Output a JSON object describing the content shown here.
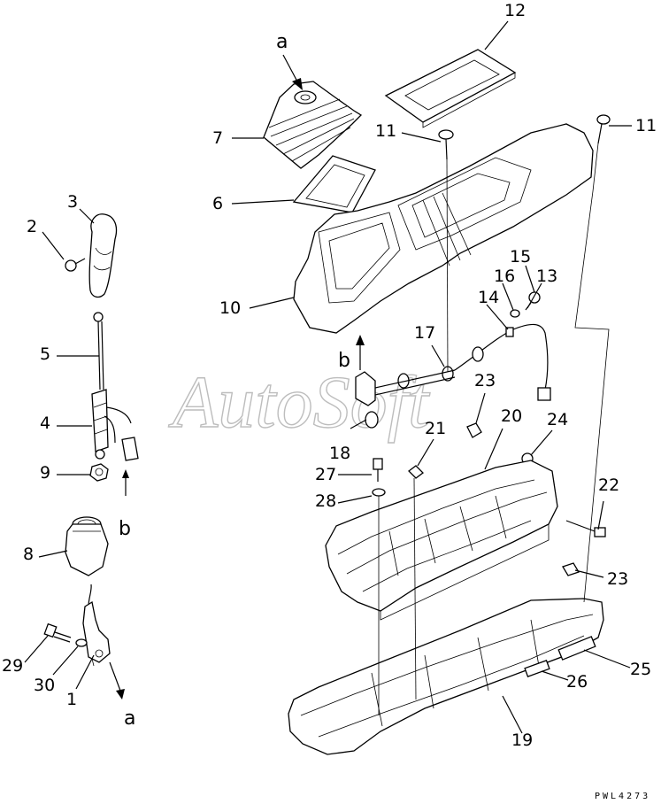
{
  "diagram": {
    "watermark": "AutoSoft",
    "drawing_code": "PWL4273",
    "view_letters": {
      "a_top": "a",
      "a_bottom": "a",
      "b_left": "b",
      "b_right": "b"
    },
    "part_numbers": {
      "p1": "1",
      "p2": "2",
      "p3": "3",
      "p4": "4",
      "p5": "5",
      "p6": "6",
      "p7": "7",
      "p8": "8",
      "p9": "9",
      "p10": "10",
      "p11_center": "11",
      "p11_right": "11",
      "p12": "12",
      "p13": "13",
      "p14": "14",
      "p15": "15",
      "p16": "16",
      "p17": "17",
      "p18": "18",
      "p19": "19",
      "p20": "20",
      "p21": "21",
      "p22": "22",
      "p23_upper": "23",
      "p23_lower": "23",
      "p24": "24",
      "p25": "25",
      "p26": "26",
      "p27": "27",
      "p28": "28",
      "p29": "29",
      "p30": "30"
    }
  }
}
